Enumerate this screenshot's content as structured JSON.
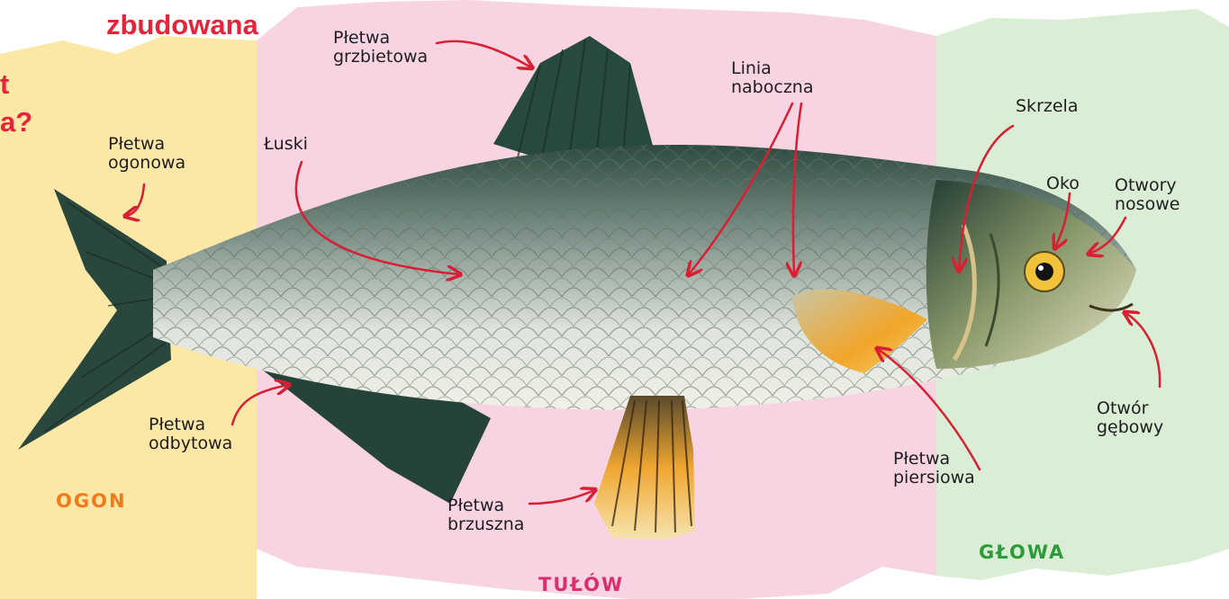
{
  "title_fragments": [
    "zbudowana",
    "t",
    "a?"
  ],
  "regions": {
    "tail": "OGON",
    "body": "TUŁÓW",
    "head": "GŁOWA"
  },
  "labels": {
    "pletwa_grzbietowa": [
      "Płetwa",
      "grzbietowa"
    ],
    "linia_naboczna": [
      "Linia",
      "naboczna"
    ],
    "skrzela": "Skrzela",
    "pletwa_ogonowa": [
      "Płetwa",
      "ogonowa"
    ],
    "luski": "Łuski",
    "oko": "Oko",
    "otwory_nosowe": [
      "Otwory",
      "nosowe"
    ],
    "otwor_gebowy": [
      "Otwór",
      "gębowy"
    ],
    "pletwa_odbytowa": [
      "Płetwa",
      "odbytowa"
    ],
    "pletwa_piersiowa": [
      "Płetwa",
      "piersiowa"
    ],
    "pletwa_brzuszna": [
      "Płetwa",
      "brzuszna"
    ]
  },
  "colors": {
    "title": "#e5243b",
    "arrow": "#d81f34",
    "tail_region": "#fbe8a6",
    "body_region": "#f8d4e3",
    "head_region": "#d9eed4",
    "tail_label": "#f07a1a",
    "body_label": "#dc2d6e",
    "head_label": "#2f9a3a"
  }
}
